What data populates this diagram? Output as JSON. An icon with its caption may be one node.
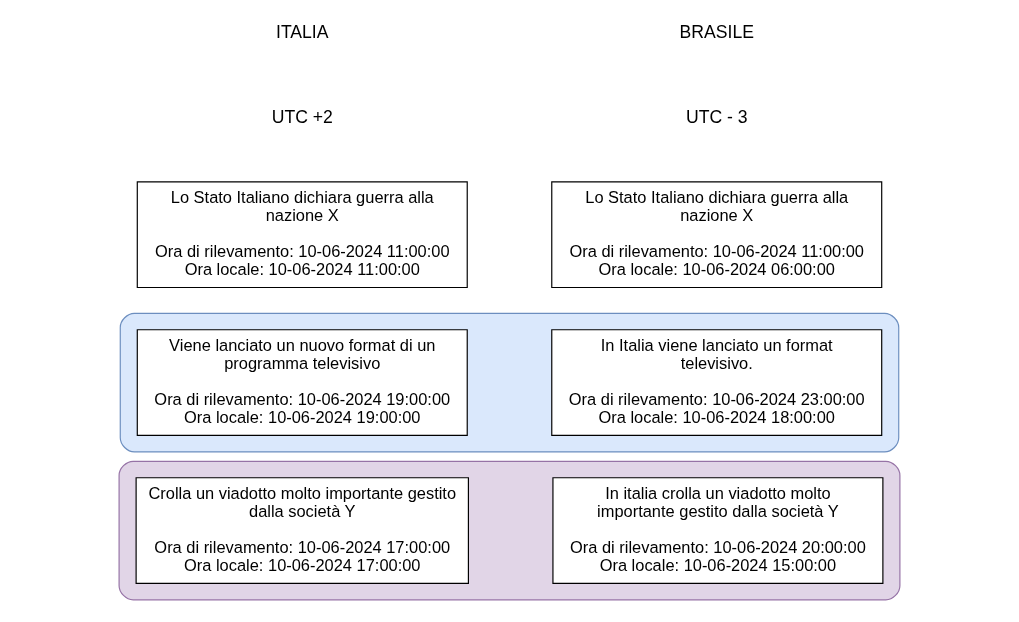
{
  "diagram": {
    "nodes": [
      {
        "text": [
          "Lo Stato Italiano dichiara guerra alla nazione X",
          "Ora di rilevamento: 10-06-2024 11:00:00",
          "Ora locale: 10-06-2024 11:00:00"
        ]
      },
      {
        "text": [
          "Lo Stato Italiano dichiara guerra alla nazione X",
          "Ora di rilevamento: 10-06-2024 11:00:00",
          "Ora locale: 10-06-2024 06:00:00"
        ]
      },
      {
        "text": [],
        "shape": "band"
      },
      {
        "text": [
          "Viene lanciato un nuovo format di un programma televisivo",
          "Ora di rilevamento: 10-06-2024 19:00:00",
          "Ora locale: 10-06-2024 19:00:00"
        ],
        "in": 2
      },
      {
        "text": [
          "In Italia viene lanciato un format televisivo.",
          "Ora di rilevamento: 10-06-2024 23:00:00",
          "Ora locale: 10-06-2024 18:00:00"
        ],
        "in": 2
      },
      {
        "text": [],
        "shape": "band"
      },
      {
        "text": [
          "Crolla un viadotto molto importante gestito dalla società Y",
          "Ora di rilevamento: 10-06-2024 17:00:00",
          "Ora locale: 10-06-2024 17:00:00"
        ],
        "in": 5
      },
      {
        "text": [
          "In italia crolla un viadotto molto importante gestito dalla società Y",
          "Ora di rilevamento: 10-06-2024 20:00:00",
          "Ora locale: 10-06-2024 15:00:00"
        ],
        "in": 5
      }
    ],
    "labels": [
      "ITALIA",
      "BRASILE",
      "UTC +2",
      "UTC - 3"
    ]
  }
}
